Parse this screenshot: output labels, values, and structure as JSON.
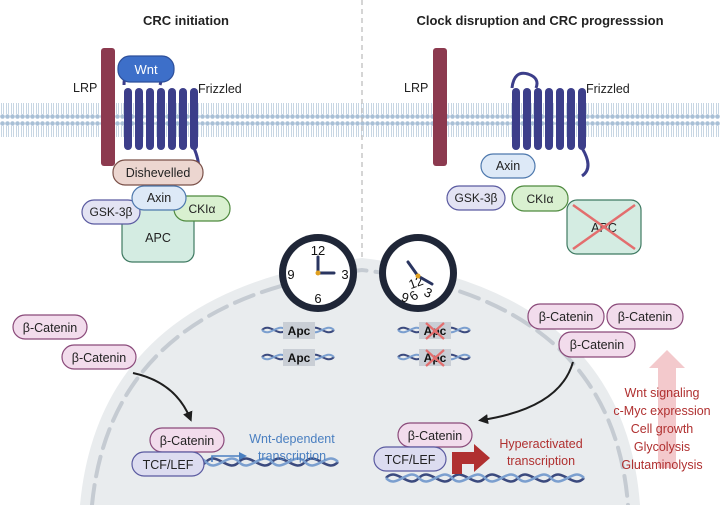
{
  "panels": {
    "left_title": "CRC initiation",
    "right_title": "Clock disruption and CRC progresssion"
  },
  "left": {
    "lrp": "LRP",
    "wnt": "Wnt",
    "frizzled": "Frizzled",
    "dishevelled": "Dishevelled",
    "axin": "Axin",
    "gsk": "GSK-3β",
    "cki": "CKIα",
    "apc": "APC",
    "clock": {
      "n12": "12",
      "n3": "3",
      "n6": "6",
      "n9": "9"
    },
    "gene1": "Apc",
    "gene2": "Apc",
    "catenin_out1": "β-Catenin",
    "catenin_out2": "β-Catenin",
    "catenin_nuc": "β-Catenin",
    "tcf": "TCF/LEF",
    "transcription": [
      "Wnt-dependent",
      "transcription"
    ]
  },
  "right": {
    "lrp": "LRP",
    "frizzled": "Frizzled",
    "axin": "Axin",
    "gsk": "GSK-3β",
    "cki": "CKIα",
    "apc": "APC",
    "clock": {
      "n12": "12",
      "n3": "3",
      "n6": "6",
      "n9": "9"
    },
    "gene1": "Apc",
    "gene2": "Apc",
    "catenin_a": "β-Catenin",
    "catenin_b": "β-Catenin",
    "catenin_c": "β-Catenin",
    "catenin_nuc": "β-Catenin",
    "tcf": "TCF/LEF",
    "transcription": [
      "Hyperactivated",
      "transcription"
    ],
    "effects": [
      "Wnt signaling",
      "c-Myc expression",
      "Cell growth",
      "Glycolysis",
      "Glutaminolysis"
    ]
  },
  "colors": {
    "lrp": "#8c3a4f",
    "receptor": "#3c3e8a",
    "wnt": "#3d6fc9",
    "catenin_fill": "#f2dcec",
    "catenin_stroke": "#8a4a7a",
    "tcf_fill": "#dcdcf0",
    "tcf_stroke": "#5a5aa0",
    "apc_fill": "#d4ece2",
    "axin_fill": "#dde9f7",
    "cki_fill": "#d9f0d0",
    "dishevelled_fill": "#ecd6d0",
    "red_text": "#b03030",
    "blue_text": "#4a7fc0",
    "arrow_up": "#f3c9cc",
    "cross": "#e36e6e"
  }
}
